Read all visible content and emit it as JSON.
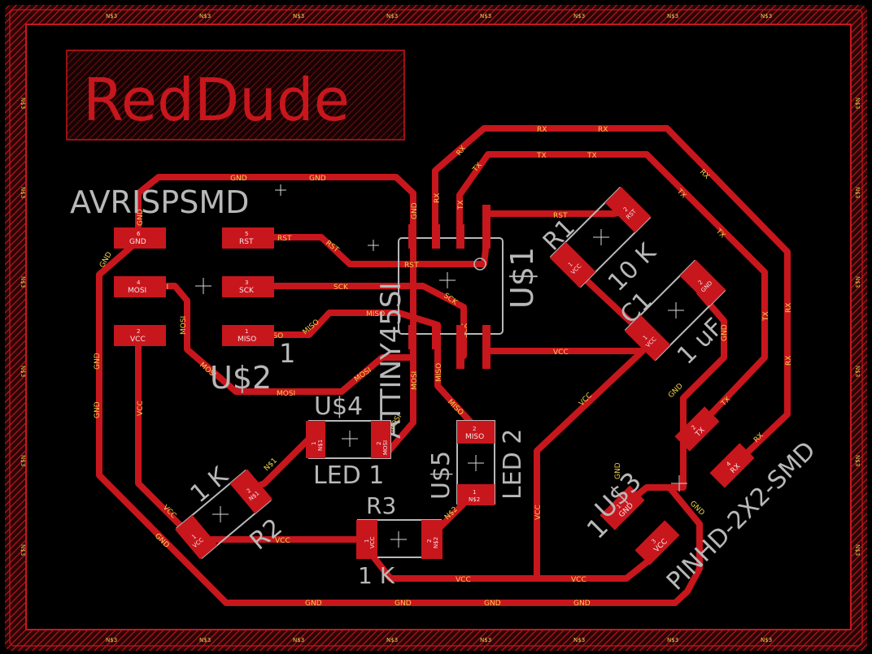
{
  "board": {
    "title": "RedDude",
    "header_label": "AVRISPSMD",
    "ic_name": "U$1",
    "ic_value": "ATTINY45SI",
    "isp_name": "U$2",
    "isp_pin1": "1",
    "ftdi_name": "U$3",
    "ftdi_value": "PINHD-2X2-SMD",
    "ftdi_pin1": "1",
    "led1_name": "U$4",
    "led1_value": "LED 1",
    "led2_name": "U$5",
    "led2_value": "LED 2",
    "r1_name": "R1",
    "r1_value": "10 K",
    "r2_name": "R2",
    "r2_value": "1 K",
    "r3_name": "R3",
    "r3_value": "1 K",
    "c1_name": "C1",
    "c1_value": "1 uF",
    "border_net": "N$3"
  },
  "nets": {
    "gnd": "GND",
    "rst": "RST",
    "mosi": "MOSI",
    "miso": "MISO",
    "sck": "SCK",
    "vcc": "VCC",
    "rx": "RX",
    "tx": "TX",
    "n1": "N$1",
    "n2": "N$2"
  },
  "pads": {
    "isp6": {
      "num": "6",
      "net": "GND"
    },
    "isp5": {
      "num": "5",
      "net": "RST"
    },
    "isp4": {
      "num": "4",
      "net": "MOSI"
    },
    "isp3": {
      "num": "3",
      "net": "SCK"
    },
    "isp2": {
      "num": "2",
      "net": "VCC"
    },
    "isp1": {
      "num": "1",
      "net": "MISO"
    },
    "led1_1": {
      "num": "1",
      "net": "N$1"
    },
    "led1_2": {
      "num": "2",
      "net": "MOSI"
    },
    "led2_2": {
      "num": "2",
      "net": "MISO"
    },
    "led2_1": {
      "num": "1",
      "net": "N$2"
    },
    "r3_1": {
      "num": "1",
      "net": "VCC"
    },
    "r3_2": {
      "num": "2",
      "net": "N$2"
    },
    "r1_1": {
      "num": "1",
      "net": "VCC"
    },
    "r1_2": {
      "num": "2",
      "net": "RST"
    },
    "r2_1": {
      "num": "1",
      "net": "VCC"
    },
    "r2_2": {
      "num": "2",
      "net": "N$1"
    },
    "c1_1": {
      "num": "1",
      "net": "VCC"
    },
    "c1_2": {
      "num": "2",
      "net": "GND"
    },
    "ftdi1": {
      "num": "1",
      "net": "GND"
    },
    "ftdi2": {
      "num": "2",
      "net": "TX"
    },
    "ftdi3": {
      "num": "3",
      "net": "VCC"
    },
    "ftdi4": {
      "num": "4",
      "net": "RX"
    }
  },
  "colors": {
    "board_bg": "#000000",
    "copper": "#c8161d",
    "silkscreen": "#b8b8b8",
    "net_label": "#f0d24a",
    "pad_text": "#f5e6e6"
  }
}
